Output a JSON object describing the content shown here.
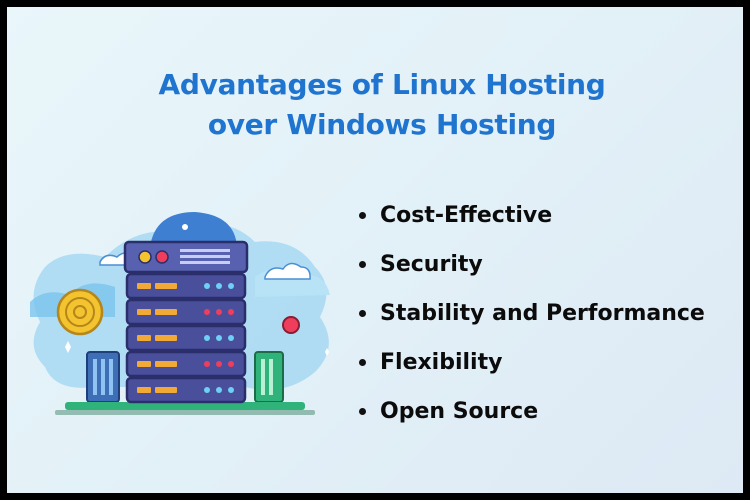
{
  "title": {
    "line1": "Advantages of Linux Hosting",
    "line2": "over Windows Hosting"
  },
  "advantages": [
    {
      "label": "Cost-Effective"
    },
    {
      "label": "Security"
    },
    {
      "label": "Stability and Performance"
    },
    {
      "label": "Flexibility"
    },
    {
      "label": "Open Source"
    }
  ],
  "colors": {
    "title": "#1f74cf",
    "text": "#0b0b0b",
    "server_body": "#4a4f9c",
    "server_light": "#f3a935",
    "cloud": "#8fd0f0",
    "accent_red": "#ef3e5c",
    "gold": "#f4c430",
    "green": "#2fb37a"
  },
  "illustration": {
    "icon": "server-rack-icon"
  }
}
